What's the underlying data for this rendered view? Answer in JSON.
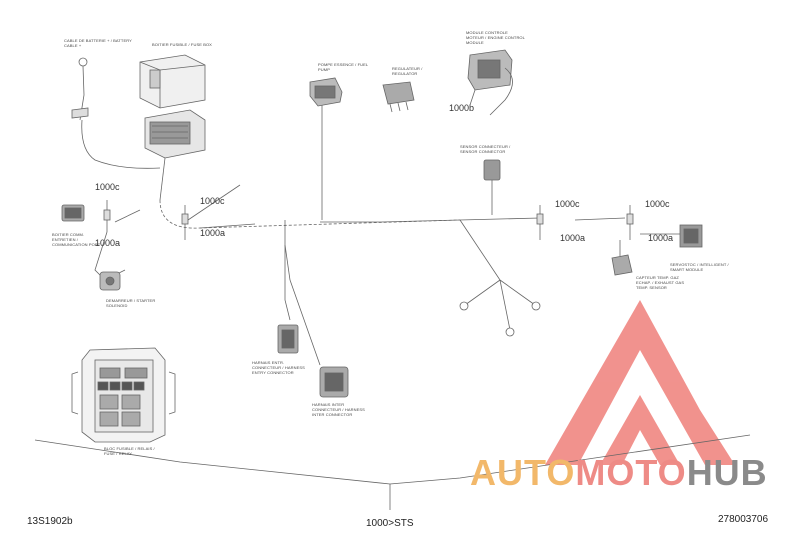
{
  "part_refs": {
    "r1000c_left": "1000c",
    "r1000a_left": "1000a",
    "r1000c_mid": "1000c",
    "r1000a_mid": "1000a",
    "r1000b": "1000b",
    "r1000c_right": "1000c",
    "r1000a_rmid": "1000a",
    "r1000c_far": "1000c",
    "r1000a_far": "1000a"
  },
  "footer": {
    "left_code": "13S1902b",
    "center_code": "1000>STS",
    "right_code": "278003706"
  },
  "watermark": {
    "text_a": "AUTO",
    "text_b": "MOTO",
    "text_c": "HUB",
    "color_a": "#f2b86a",
    "color_b": "#ee8b86",
    "color_c": "#8a8a8a",
    "logo_color": "#ef7f7a"
  },
  "components": {
    "battery_cable": "CABLE DE BATTERIE + / BATTERY CABLE +",
    "fuse_box": "BOITIER FUSIBLE / FUSE BOX",
    "fuel_pump": "POMPE ESSENCE / FUEL PUMP",
    "regulator": "REGULATEUR / REGULATOR",
    "ecm": "MODULE CONTROLE MOTEUR / ENGINE CONTROL MODULE",
    "sensor_connector": "SENSOR CONNECTEUR / SENSOR CONNECTOR",
    "diag_port": "BOITIER COMM. ENTRETIEN / COMMUNICATION PORT",
    "starter_solenoid": "DEMARREUR / STARTER SOLENOID",
    "harness_connector_a": "HARNAIS ENTR. CONNECTEUR / HARNESS ENTRY CONNECTOR",
    "harness_connector_b": "HARNAIS INTER CONNECTEUR / HARNESS INTER CONNECTOR",
    "relay_fuse": "BLOC FUSIBLE / RELAIS / FUSE / RELAY",
    "exhaust_sensor": "CAPTEUR TEMP. GAZ ECHAP. / EXHAUST GAS TEMP. SENSOR",
    "smart_module": "SERVOSTOC / INTELLIGENT / SMART MODULE"
  }
}
